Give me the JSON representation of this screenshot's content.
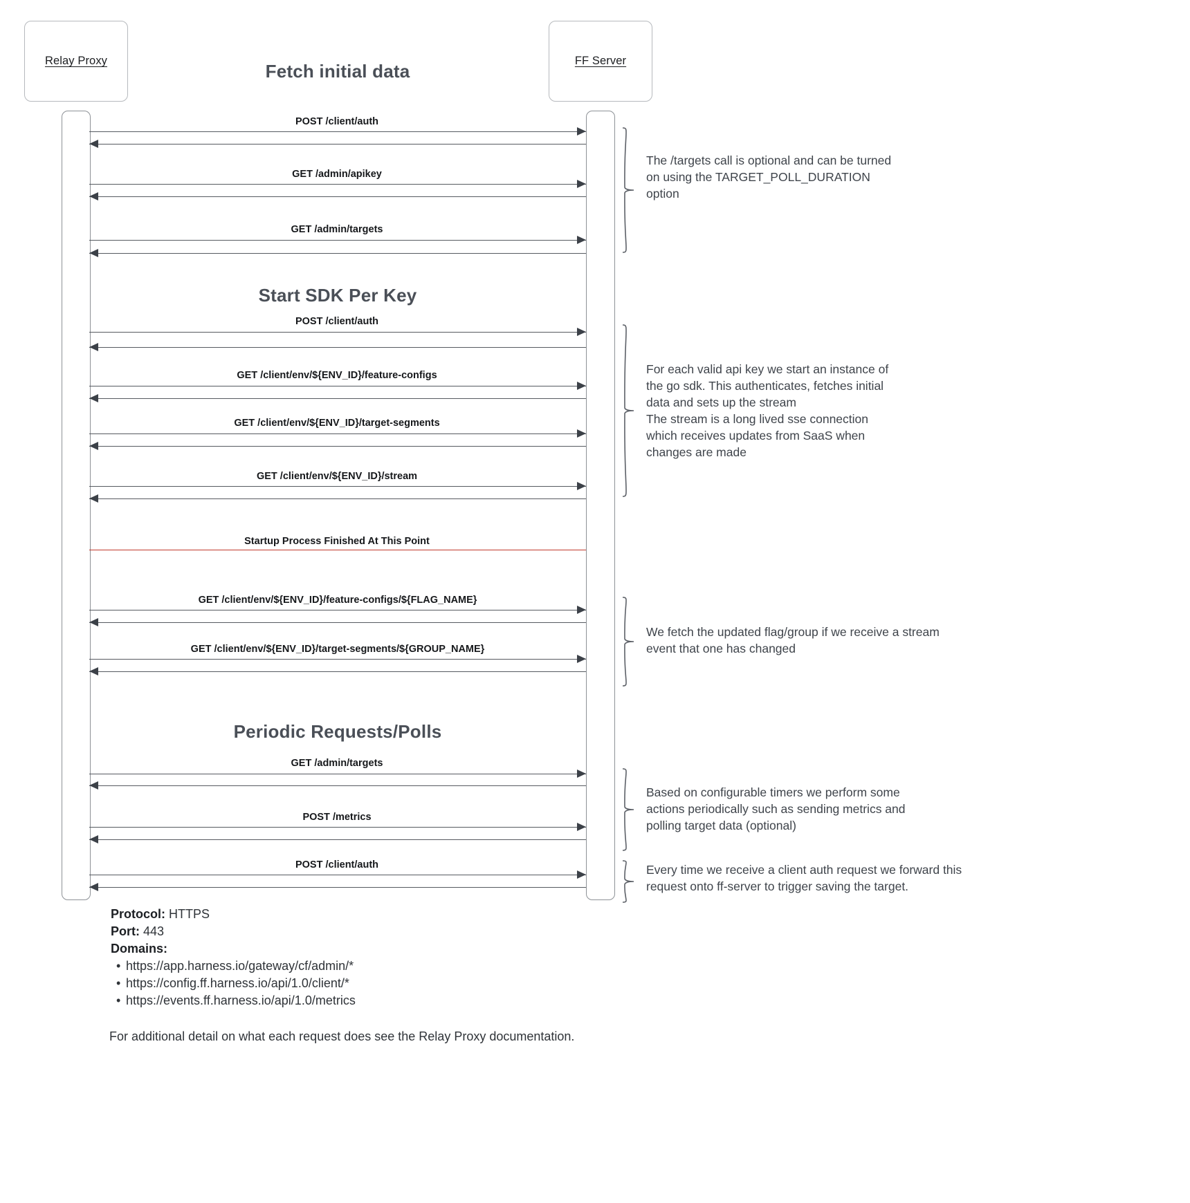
{
  "diagram": {
    "participants": [
      {
        "name": "Relay Proxy"
      },
      {
        "name": "FF Server"
      }
    ],
    "sections": [
      {
        "title": "Fetch initial data"
      },
      {
        "title": "Start SDK Per Key"
      },
      {
        "title": "Periodic Requests/Polls"
      }
    ],
    "divider": {
      "label": "Startup Process Finished At This Point",
      "color": "#c0392b"
    },
    "messages": [
      {
        "label": "POST /client/auth"
      },
      {
        "label": "GET /admin/apikey"
      },
      {
        "label": "GET /admin/targets"
      },
      {
        "label": "POST /client/auth"
      },
      {
        "label": "GET /client/env/${ENV_ID}/feature-configs"
      },
      {
        "label": "GET /client/env/${ENV_ID}/target-segments"
      },
      {
        "label": "GET /client/env/${ENV_ID}/stream"
      },
      {
        "label": "GET /client/env/${ENV_ID}/feature-configs/${FLAG_NAME}"
      },
      {
        "label": "GET /client/env/${ENV_ID}/target-segments/${GROUP_NAME}"
      },
      {
        "label": "GET /admin/targets"
      },
      {
        "label": "POST /metrics"
      },
      {
        "label": "POST /client/auth"
      }
    ],
    "notes": [
      {
        "text": "The /targets call is optional and can be turned\non using the TARGET_POLL_DURATION\noption"
      },
      {
        "text": "For each valid api key we start an instance of\nthe go sdk. This authenticates, fetches initial\ndata and sets up the stream\nThe stream is a long lived sse connection\nwhich receives updates from SaaS when\nchanges are made"
      },
      {
        "text": "We fetch the updated flag/group if we receive a stream\nevent that one has changed"
      },
      {
        "text": "Based on configurable timers we perform some\nactions periodically such as sending metrics and\npolling target data (optional)"
      },
      {
        "text": "Every time we receive a client auth request we forward this\nrequest onto ff-server to trigger saving the target."
      }
    ],
    "footer": {
      "protocol_key": "Protocol:",
      "protocol_value": "HTTPS",
      "port_key": "Port:",
      "port_value": "443",
      "domains_key": "Domains:",
      "domains": [
        "https://app.harness.io/gateway/cf/admin/*",
        "https://config.ff.harness.io/api/1.0/client/*",
        "https://events.ff.harness.io/api/1.0/metrics"
      ],
      "closing_note": "For additional detail on what each request does see the Relay Proxy documentation."
    }
  }
}
